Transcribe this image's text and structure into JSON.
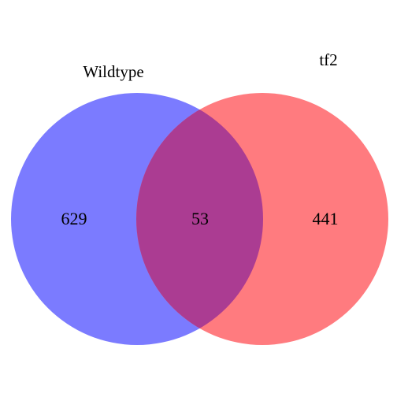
{
  "venn": {
    "sets": [
      {
        "name": "Wildtype",
        "color": "#7b7bff"
      },
      {
        "name": "tf2",
        "color": "#ff7b7f"
      }
    ],
    "overlap_color": "#ab3c92",
    "counts": {
      "only_wildtype": "629",
      "intersection": "53",
      "only_tf2": "441"
    }
  }
}
